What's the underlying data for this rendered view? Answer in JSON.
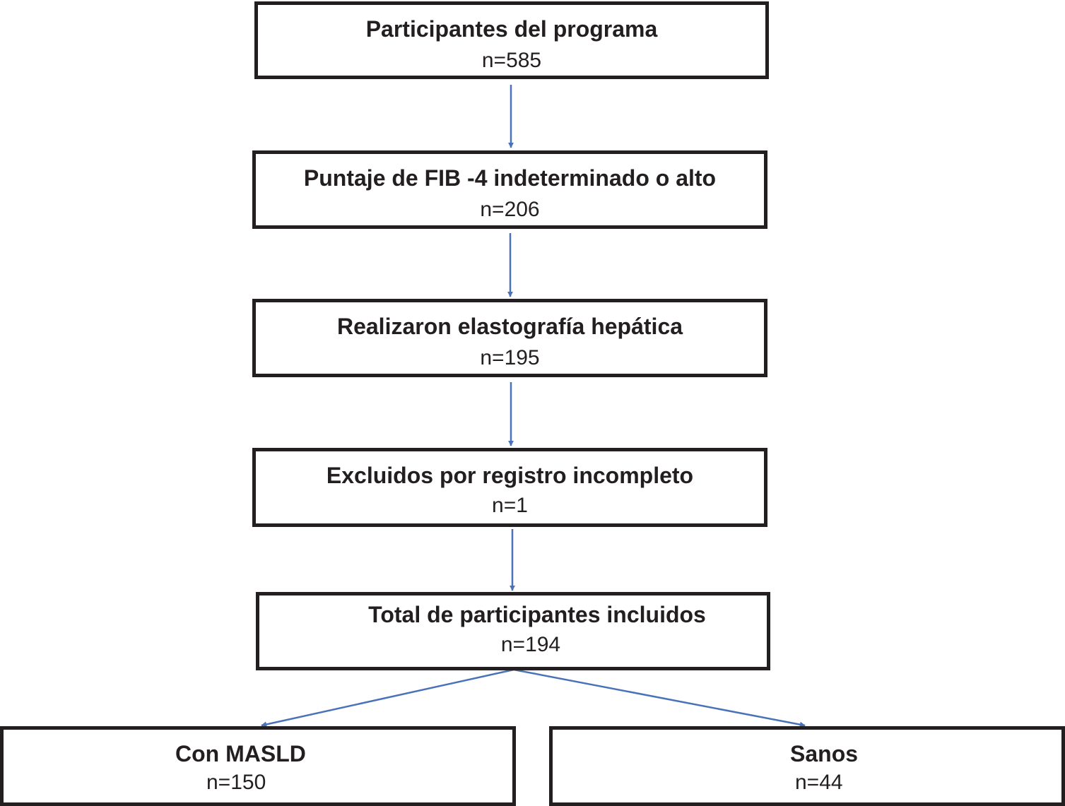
{
  "nodes": [
    {
      "id": "participantes",
      "title": "Participantes del programa",
      "count": "n=585"
    },
    {
      "id": "fib4",
      "title": "Puntaje de FIB -4 indeterminado o alto",
      "count": "n=206"
    },
    {
      "id": "elastografia",
      "title": "Realizaron elastografía hepática",
      "count": "n=195"
    },
    {
      "id": "excluidos",
      "title": "Excluidos por registro incompleto",
      "count": "n=1"
    },
    {
      "id": "total",
      "title": "Total de participantes incluidos",
      "count": "n=194"
    },
    {
      "id": "masld",
      "title": "Con MASLD",
      "count": "n=150"
    },
    {
      "id": "sanos",
      "title": "Sanos",
      "count": "n=44"
    }
  ],
  "edges": [
    {
      "from": "participantes",
      "to": "fib4"
    },
    {
      "from": "fib4",
      "to": "elastografia"
    },
    {
      "from": "elastografia",
      "to": "excluidos"
    },
    {
      "from": "excluidos",
      "to": "total"
    },
    {
      "from": "total",
      "to": "masld"
    },
    {
      "from": "total",
      "to": "sanos"
    }
  ],
  "colors": {
    "box_border": "#231f20",
    "arrow": "#4a72b8",
    "text": "#231f20"
  }
}
